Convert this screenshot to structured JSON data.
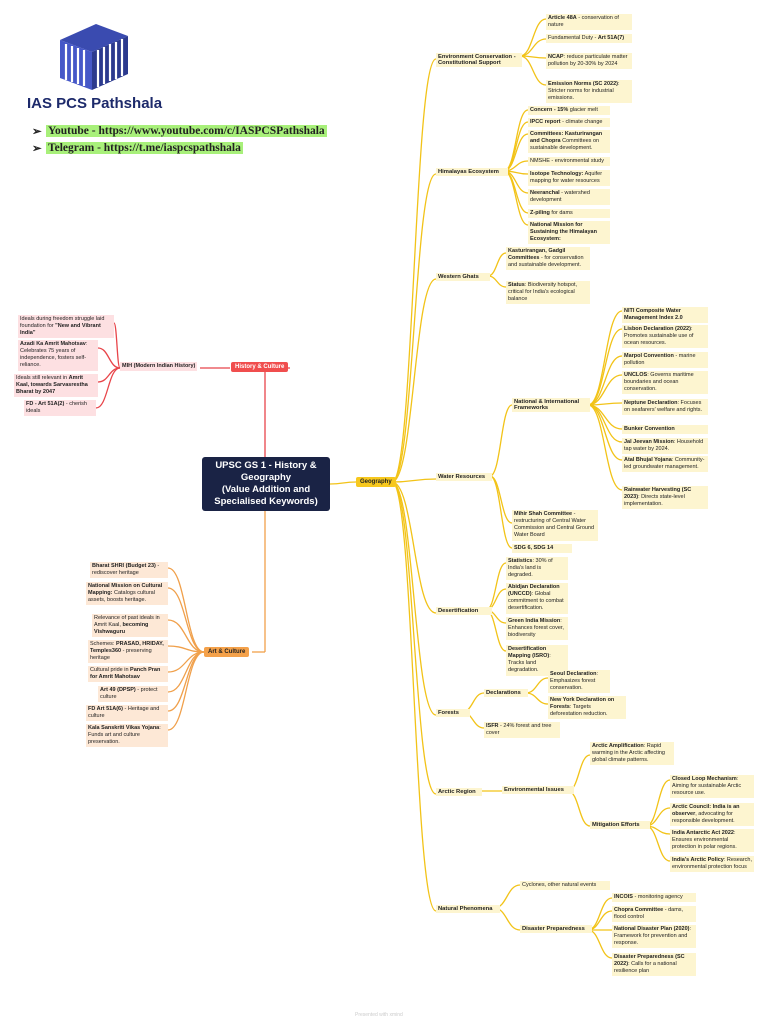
{
  "brand": {
    "name": "IAS PCS Pathshala"
  },
  "links": [
    {
      "label": "Youtube - https://www.youtube.com/c/IASPCSPathshala"
    },
    {
      "label": "Telegram - https://t.me/iaspcspathshala"
    }
  ],
  "center": {
    "line1": "UPSC GS 1 - History &",
    "line2": "Geography",
    "line3": "(Value Addition and",
    "line4": "Specialised Keywords)"
  },
  "branches": {
    "geography": "Geography",
    "history": "History & Culture",
    "art": "Art & Culture"
  },
  "history": {
    "mih": "MIH (Modern Indian History)",
    "leaves": [
      {
        "pre": "Ideals during freedom struggle laid foundation for ",
        "b": "\"New and Vibrant India\"",
        "post": ""
      },
      {
        "pre": "",
        "b": "Azadi Ka Amrit Mahotsav",
        "post": ": Celebrates 75 years of independence, fosters self-reliance."
      },
      {
        "pre": "Ideals still relevant in ",
        "b": "Amrit Kaal, towards Sarvasrestha Bharat by 2047",
        "post": ""
      },
      {
        "pre": "",
        "b": "FD - Art 51A(2)",
        "post": " - cherish ideals"
      }
    ]
  },
  "art": {
    "leaves": [
      {
        "pre": "",
        "b": "Bharat SHRI (Budget 23)",
        "post": " - rediscover heritage"
      },
      {
        "pre": "",
        "b": "National Mission on Cultural Mapping:",
        "post": " Catalogs cultural assets, boosts heritage."
      },
      {
        "pre": "Relevance of past ideals in Amrit Kaal, ",
        "b": "becoming Vishwaguru",
        "post": ""
      },
      {
        "pre": "Schemes: ",
        "b": "PRASAD, HRIDAY, Temples360",
        "post": " - preserving heritage"
      },
      {
        "pre": "Cultural pride in ",
        "b": "Panch Pran for Amrit Mahotsav",
        "post": ""
      },
      {
        "pre": "",
        "b": "Art 49 (DPSP)",
        "post": " - protect culture"
      },
      {
        "pre": "",
        "b": "FD Art 51A(6)",
        "post": " - Heritage and culture"
      },
      {
        "pre": "",
        "b": "Kala Sanskriti Vikas Yojana",
        "post": ": Funds art and culture preservation."
      }
    ]
  },
  "geo": {
    "env": {
      "title": "Environment Conservation - Constitutional Support",
      "leaves": [
        {
          "pre": "",
          "b": "Article 48A",
          "post": " - conservation of nature"
        },
        {
          "pre": "Fundamental Duty - ",
          "b": "Art 51A(7)",
          "post": ""
        },
        {
          "pre": "",
          "b": "NCAP",
          "post": ": reduce particulate matter pollution by 20-30% by 2024"
        },
        {
          "pre": "",
          "b": "Emission Norms (SC 2022)",
          "post": ": Stricter norms for industrial emissions."
        }
      ]
    },
    "himalaya": {
      "title": "Himalayas Ecosystem",
      "leaves": [
        {
          "pre": "",
          "b": "Concern - 15%",
          "post": " glacier melt"
        },
        {
          "pre": "",
          "b": "IPCC report",
          "post": " - climate change"
        },
        {
          "pre": "",
          "b": "Committees: Kasturirangan and Chopra",
          "post": " Committees on sustainable development."
        },
        {
          "pre": "NMSHE - environmental study",
          "b": "",
          "post": ""
        },
        {
          "pre": "",
          "b": "Isotope Technology:",
          "post": " Aquifer mapping for water resources"
        },
        {
          "pre": "",
          "b": "Neeranchal",
          "post": " - watershed development"
        },
        {
          "pre": "",
          "b": "Z-piling",
          "post": " for dams"
        },
        {
          "pre": "",
          "b": "National Mission for Sustaining the Himalayan Ecosystem:",
          "post": ""
        }
      ]
    },
    "ghats": {
      "title": "Western Ghats",
      "leaves": [
        {
          "pre": "",
          "b": "Kasturirangan, Gadgil Committees",
          "post": " - for conservation and sustainable development."
        },
        {
          "pre": "",
          "b": "Status",
          "post": ": Biodiversity hotspot, critical for India's ecological balance"
        }
      ]
    },
    "water": {
      "title": "Water Resources",
      "frameworks": "National & International Frameworks",
      "fw_leaves": [
        {
          "pre": "",
          "b": "NITI Composite Water Management Index 2.0",
          "post": ""
        },
        {
          "pre": "",
          "b": "Lisbon Declaration (2022)",
          "post": ": Promotes sustainable use of ocean resources."
        },
        {
          "pre": "",
          "b": "Marpol Convention",
          "post": " - marine pollution"
        },
        {
          "pre": "",
          "b": "UNCLOS",
          "post": ": Governs maritime boundaries and ocean conservation."
        },
        {
          "pre": "",
          "b": "Neptune Declaration",
          "post": ": Focuses on seafarers' welfare and rights."
        },
        {
          "pre": "",
          "b": "Bunker Convention",
          "post": ""
        },
        {
          "pre": "",
          "b": "Jal Jeevan Mission",
          "post": ": Household tap water by 2024."
        },
        {
          "pre": "",
          "b": "Atal Bhujal Yojana",
          "post": ": Community-led groundwater management."
        },
        {
          "pre": "",
          "b": "Rainwater Harvesting (SC 2023)",
          "post": ": Directs state-level implementation."
        }
      ],
      "leaves": [
        {
          "pre": "",
          "b": "Mihir Shah Committee",
          "post": " - restructuring of Central Water Commission and Central Ground Water Board"
        },
        {
          "pre": "",
          "b": "SDG 6, SDG 14",
          "post": ""
        }
      ]
    },
    "desert": {
      "title": "Desertification",
      "leaves": [
        {
          "pre": "",
          "b": "Statistics",
          "post": ": 30% of India's land is degraded."
        },
        {
          "pre": "",
          "b": "Abidjan Declaration (UNCCD)",
          "post": ": Global commitment to combat desertification."
        },
        {
          "pre": "",
          "b": "Green India Mission",
          "post": ": Enhances forest cover, biodiversity"
        },
        {
          "pre": "",
          "b": "Desertification Mapping (ISRO)",
          "post": ": Tracks land degradation."
        }
      ]
    },
    "forest": {
      "title": "Forests",
      "declarations": "Declarations",
      "decl_leaves": [
        {
          "pre": "",
          "b": "Seoul Declaration",
          "post": ": Emphasizes forest conservation."
        },
        {
          "pre": "",
          "b": "New York Declaration on Forests",
          "post": ": Targets deforestation reduction."
        }
      ],
      "isfr": {
        "pre": "",
        "b": "ISFR",
        "post": " - 24% forest and tree cover"
      }
    },
    "arctic": {
      "title": "Arctic Region",
      "env_issues": "Environmental Issues",
      "amp": {
        "pre": "",
        "b": "Arctic Amplification",
        "post": ": Rapid warming in the Arctic affecting global climate patterns."
      },
      "mitigation": "Mitigation Efforts",
      "mit_leaves": [
        {
          "pre": "",
          "b": "Closed Loop Mechanism",
          "post": ": Aiming for sustainable Arctic resource use."
        },
        {
          "pre": "",
          "b": "Arctic Council: India is an observer",
          "post": ", advocating for responsible development."
        },
        {
          "pre": "",
          "b": "India Antarctic Act 2022",
          "post": ": Ensures environmental protection in polar regions."
        },
        {
          "pre": "",
          "b": "India's Arctic Policy",
          "post": ": Research, environmental protection focus"
        }
      ]
    },
    "natural": {
      "title": "Natural Phenomena",
      "cyclones": {
        "pre": "Cyclones, other natural events",
        "b": "",
        "post": ""
      },
      "disaster": "Disaster Preparedness",
      "dis_leaves": [
        {
          "pre": "",
          "b": "INCOIS",
          "post": " - monitoring agency"
        },
        {
          "pre": "",
          "b": "Chopra Committee",
          "post": " - dams, flood control"
        },
        {
          "pre": "",
          "b": "National Disaster Plan (2020)",
          "post": ": Framework for prevention and response."
        },
        {
          "pre": "",
          "b": "Disaster Preparedness (SC 2022)",
          "post": ": Calls for a national resilience plan"
        }
      ]
    }
  },
  "footer": "Presented with xmind"
}
